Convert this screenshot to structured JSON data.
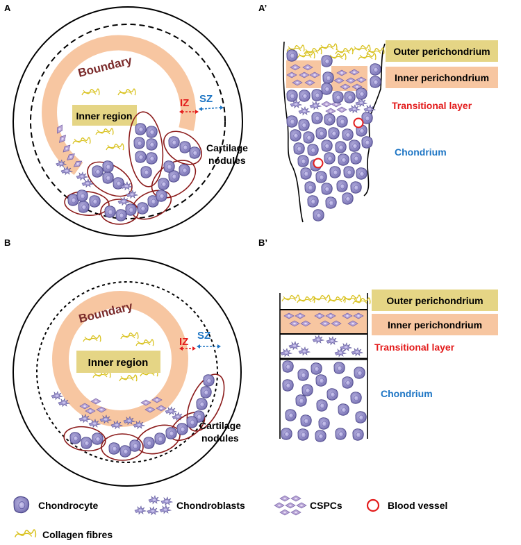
{
  "panels": {
    "A": "A",
    "A_prime": "A’",
    "B": "B",
    "B_prime": "B’"
  },
  "panelA": {
    "boundary": "Boundary",
    "inner_region": "Inner region",
    "iz": "IZ",
    "sz": "SZ",
    "cartilage_line1": "Cartilage",
    "cartilage_line2": "nodules"
  },
  "panelA_prime": {
    "outer_perichondrium": "Outer perichondrium",
    "inner_perichondrium": "Inner perichondrium",
    "transitional_layer": "Transitional layer",
    "chondrium": "Chondrium"
  },
  "panelB": {
    "boundary": "Boundary",
    "inner_region": "Inner region",
    "iz": "IZ",
    "sz": "SZ",
    "cartilage_line1": "Cartilage",
    "cartilage_line2": "nodules"
  },
  "panelB_prime": {
    "outer_perichondrium": "Outer perichondrium",
    "inner_perichondrium": "Inner perichondrium",
    "transitional_layer": "Transitional layer",
    "chondrium": "Chondrium"
  },
  "legend": {
    "chondrocyte": "Chondrocyte",
    "chondroblasts": "Chondroblasts",
    "cspcs": "CSPCs",
    "blood_vessel": "Blood vessel",
    "collagen": "Collagen fibres"
  },
  "colors": {
    "boundary_band": "#f7c6a1",
    "label_box_yellow": "#e5d585",
    "label_box_peach": "#f7c6a1",
    "cell_fill": "#8c86c2",
    "cell_outline": "#5b5598",
    "cspc_fill": "#b7a3d4",
    "nodule_outline": "#8b1a1a",
    "collagen": "#d9c21f",
    "red_text": "#e31b1b",
    "blue_text": "#1d75c4"
  }
}
